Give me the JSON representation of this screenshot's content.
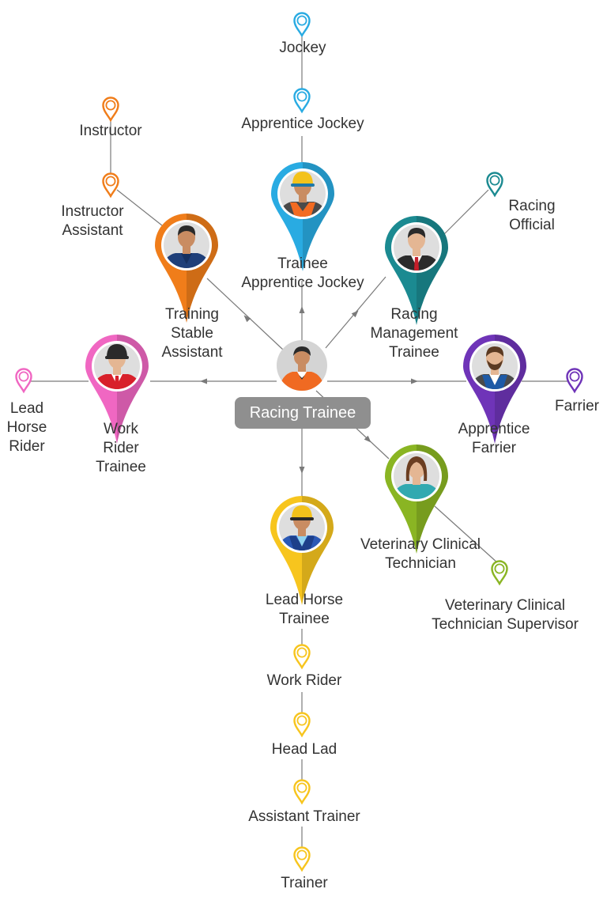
{
  "center": {
    "label": "Racing Trainee"
  },
  "colors": {
    "jockey": "#29abe2",
    "instructor": "#f07d1a",
    "management": "#1b8a91",
    "farrier": "#6f34b8",
    "vet": "#8ab523",
    "leadhorse": "#f7c51e",
    "work_rider": "#f067c2",
    "line": "#7a7a7a",
    "center_badge": "#8f8f8f"
  },
  "branches": {
    "jockey": {
      "trainee": [
        "Trainee",
        "Apprentice Jockey"
      ],
      "steps": [
        "Apprentice Jockey",
        "Jockey"
      ]
    },
    "instructor": {
      "trainee": [
        "Training",
        "Stable",
        "Assistant"
      ],
      "steps": [
        "Instructor Assistant",
        "Instructor"
      ]
    },
    "management": {
      "trainee": [
        "Racing",
        "Management",
        "Trainee"
      ],
      "steps": [
        "Racing Official"
      ]
    },
    "farrier": {
      "trainee": [
        "Apprentice",
        "Farrier"
      ],
      "steps": [
        "Farrier"
      ]
    },
    "vet": {
      "trainee": [
        "Veterinary Clinical",
        "Technician"
      ],
      "steps": [
        "Veterinary Clinical Technician Supervisor"
      ]
    },
    "leadhorse": {
      "trainee": [
        "Lead Horse",
        "Trainee"
      ],
      "steps": [
        "Work Rider",
        "Head Lad",
        "Assistant Trainer",
        "Trainer"
      ]
    },
    "work_rider": {
      "trainee": [
        "Work",
        "Rider",
        "Trainee"
      ],
      "steps": [
        "Lead Horse Rider"
      ]
    }
  }
}
